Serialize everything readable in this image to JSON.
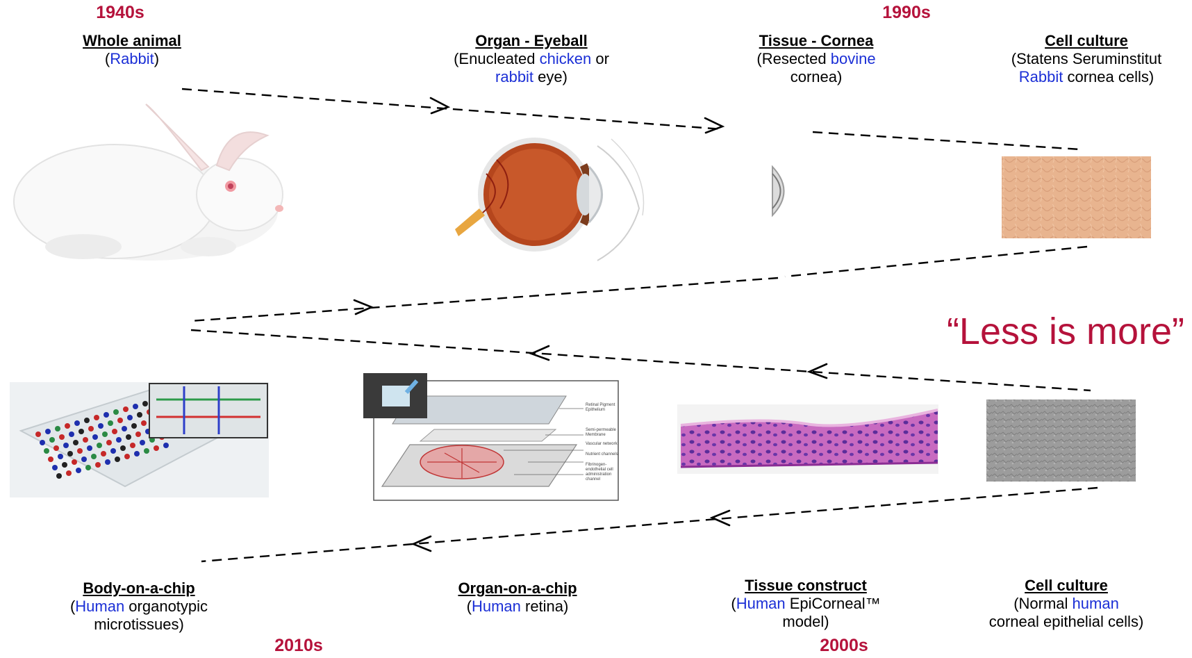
{
  "decades": {
    "d1940": "1940s",
    "d1990": "1990s",
    "d2010": "2010s",
    "d2000": "2000s"
  },
  "stages": {
    "whole_animal": {
      "title": "Whole animal",
      "open": "(",
      "species": "Rabbit",
      "close": ")"
    },
    "organ_eyeball": {
      "title": "Organ - Eyeball",
      "line1": "(Enucleated ",
      "species1": "chicken",
      "or": " or",
      "species2": "rabbit",
      "tail": " eye)"
    },
    "tissue_cornea": {
      "title": "Tissue - Cornea",
      "line1": "(Resected ",
      "species": "bovine",
      "tail": "cornea)"
    },
    "cell_culture_top": {
      "title": "Cell culture",
      "line1": "(Statens Seruminstitut",
      "species": "Rabbit",
      "tail": " cornea cells)"
    },
    "body_on_chip": {
      "title": "Body-on-a-chip",
      "open": "(",
      "species": "Human",
      "rest": " organotypic",
      "tail": "microtissues)"
    },
    "organ_on_chip": {
      "title": "Organ-on-a-chip",
      "open": "(",
      "species": "Human",
      "tail": " retina)"
    },
    "tissue_construct": {
      "title": "Tissue construct",
      "open": "(",
      "species": "Human",
      "rest": " EpiCorneal™",
      "tail": "model)"
    },
    "cell_culture_bottom": {
      "title": "Cell culture",
      "line1": "(Normal ",
      "species": "human",
      "tail": "corneal epithelial cells)"
    }
  },
  "motto": "“Less is more”",
  "chip_labels": [
    "Retinal Pigment Epithelium",
    "Semi-permeable Membrane",
    "Vascular network",
    "Nutrient channels",
    "Fibrinogen-endothelial cell administration channel"
  ],
  "colors": {
    "decade": "#b5123b",
    "species": "#1b2fd6",
    "arrow": "#000000"
  }
}
